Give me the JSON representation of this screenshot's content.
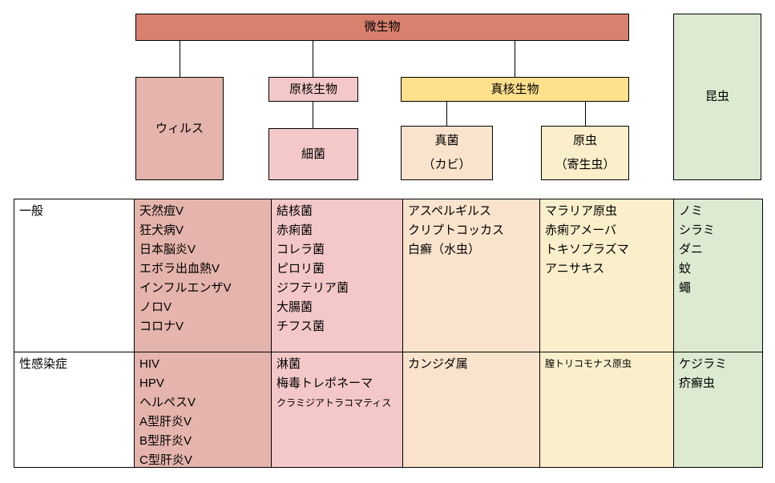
{
  "diagram": {
    "root_label": "微生物",
    "virus_label": "ウィルス",
    "prokaryote_label": "原核生物",
    "bacteria_label": "細菌",
    "eukaryote_label": "真核生物",
    "fungi_label": "真菌\n（カビ）",
    "protozoa_label": "原虫\n（寄生虫）",
    "insect_label": "昆虫"
  },
  "colors": {
    "root_fill": "#D8816E",
    "virus_fill": "#E5B4AC",
    "prokaryote_fill": "#F4C8C8",
    "eukaryote_fill": "#FFE08C",
    "fungi_fill": "#FAE3CD",
    "protozoa_fill": "#FBEFCB",
    "insect_fill": "#DBEAD1",
    "border": "#000000"
  },
  "table": {
    "row_general": {
      "header": "一般",
      "virus": "天然痘V\n狂犬病V\n日本脳炎V\nエボラ出血熱V\nインフルエンザV\nノロV\nコロナV",
      "bacteria": "結核菌\n赤痢菌\nコレラ菌\nピロリ菌\nジフテリア菌\n大腸菌\nチフス菌",
      "fungi": "アスペルギルス\nクリプトコッカス\n白癬（水虫）",
      "protozoa": "マラリア原虫\n赤痢アメーバ\nトキソプラズマ\nアニサキス",
      "insect": "ノミ\nシラミ\nダニ\n蚊\n蠅"
    },
    "row_sti": {
      "header": "性感染症",
      "virus": "HIV\nHPV\nヘルペスV\nA型肝炎V\nB型肝炎V\nC型肝炎V",
      "bacteria_main": "淋菌\n梅毒トレポネーマ",
      "bacteria_small": "クラミジアトラコマティス",
      "fungi": "カンジダ属",
      "protozoa_small": "膣トリコモナス原虫",
      "insect": "ケジラミ\n疥癬虫"
    }
  }
}
